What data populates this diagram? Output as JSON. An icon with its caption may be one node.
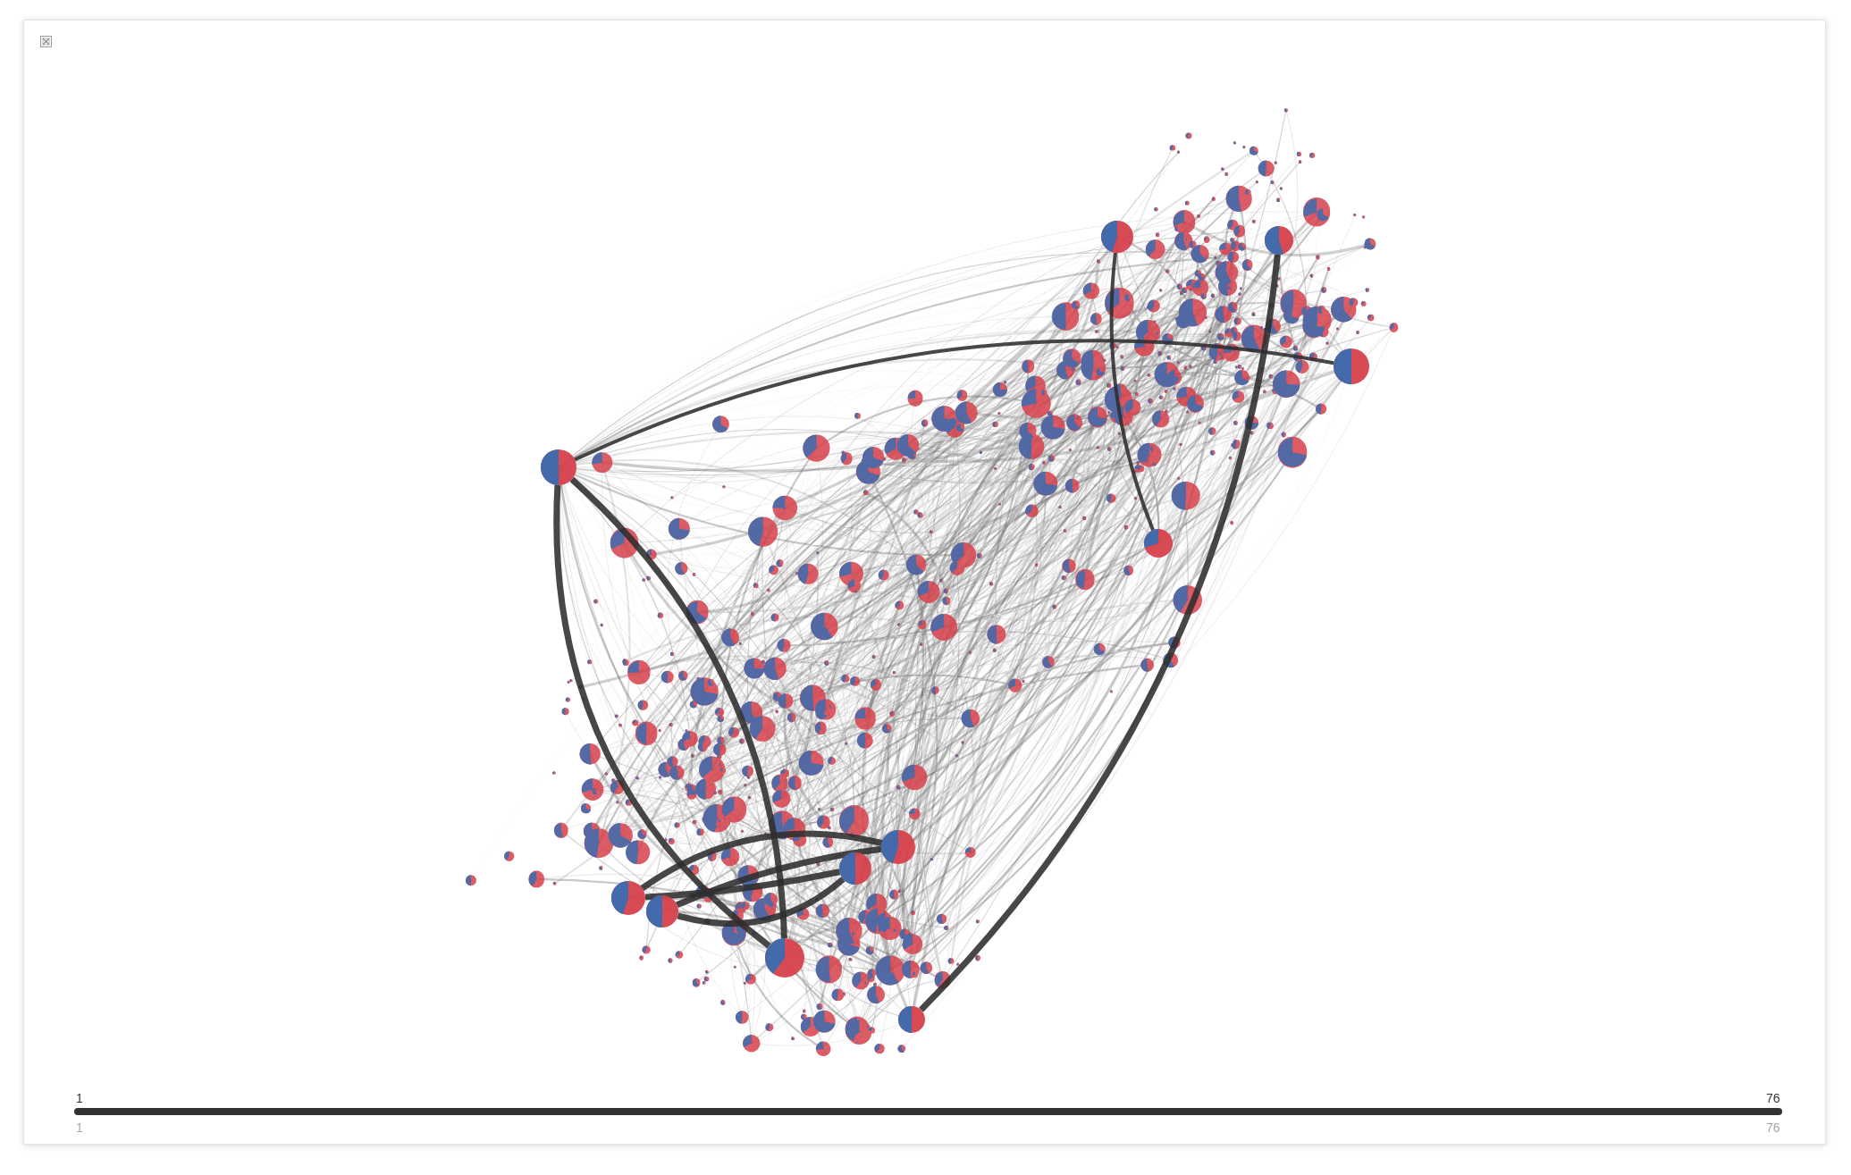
{
  "diagram": {
    "nodes": [
      {
        "text": [],
        "shape": "circle"
      },
      {
        "text": [],
        "shape": "circle"
      },
      {
        "text": [],
        "shape": "circle"
      },
      {
        "text": [],
        "shape": "circle"
      },
      {
        "text": [],
        "shape": "circle"
      },
      {
        "text": [],
        "shape": "circle"
      },
      {
        "text": [],
        "shape": "circle"
      },
      {
        "text": [],
        "shape": "circle"
      },
      {
        "text": [],
        "shape": "circle"
      },
      {
        "text": [],
        "shape": "circle"
      },
      {
        "text": [],
        "shape": "circle"
      }
    ],
    "edges": [
      {
        "from": 3,
        "to": 9,
        "arrow": "none"
      },
      {
        "from": 3,
        "to": 9,
        "arrow": "none"
      },
      {
        "from": 7,
        "to": 5,
        "arrow": "none"
      },
      {
        "from": 7,
        "to": 6,
        "arrow": "none"
      },
      {
        "from": 8,
        "to": 5,
        "arrow": "none"
      },
      {
        "from": 8,
        "to": 6,
        "arrow": "none"
      },
      {
        "from": 10,
        "to": 1,
        "arrow": "none"
      },
      {
        "from": 0,
        "to": 4,
        "arrow": "none"
      },
      {
        "from": 3,
        "to": 2,
        "arrow": "none"
      }
    ],
    "labels": [
      "1",
      "76",
      "1",
      "76"
    ]
  }
}
